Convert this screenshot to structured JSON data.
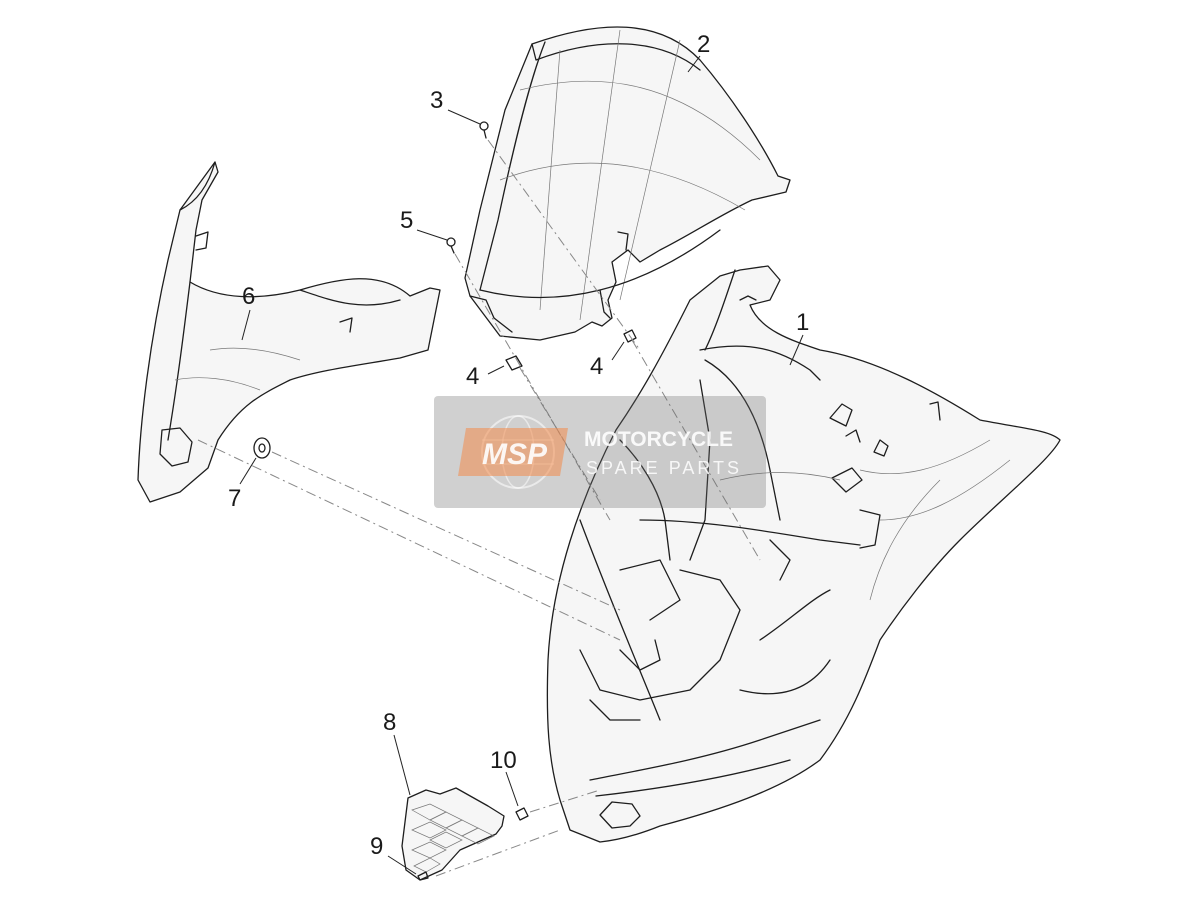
{
  "diagram": {
    "callouts": [
      {
        "id": "1",
        "label": "1"
      },
      {
        "id": "2",
        "label": "2"
      },
      {
        "id": "3",
        "label": "3"
      },
      {
        "id": "4a",
        "label": "4"
      },
      {
        "id": "4b",
        "label": "4"
      },
      {
        "id": "5",
        "label": "5"
      },
      {
        "id": "6",
        "label": "6"
      },
      {
        "id": "7",
        "label": "7"
      },
      {
        "id": "8",
        "label": "8"
      },
      {
        "id": "9",
        "label": "9"
      },
      {
        "id": "10",
        "label": "10"
      }
    ]
  },
  "watermark": {
    "logo": "MSP",
    "line1": "MOTORCYCLE",
    "line2": "SPARE PARTS"
  }
}
